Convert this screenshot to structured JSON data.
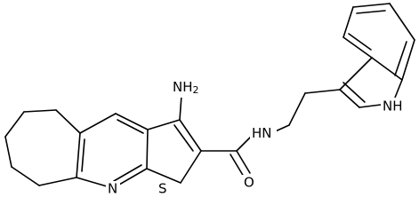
{
  "colors": {
    "bond": "#000000",
    "background": "#ffffff",
    "text": "#000000"
  },
  "atoms": {
    "amino": "NH2_display",
    "amino_main": "NH",
    "amino_sub": "2",
    "amide_n": "N",
    "amide_h": "H",
    "carbonyl_o": "O",
    "ring_n": "N",
    "thiophene_s": "S",
    "indole_nh": "NH"
  }
}
